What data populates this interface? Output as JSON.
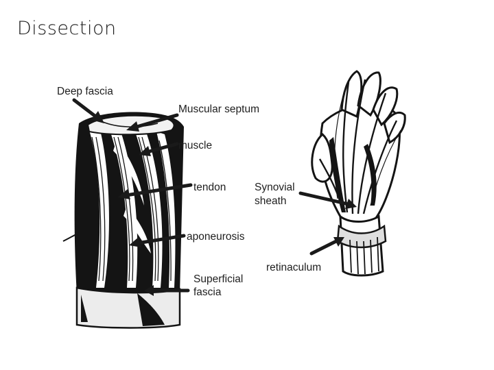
{
  "slide": {
    "title": "Dissection"
  },
  "labels": {
    "deep_fascia": "Deep fascia",
    "muscular_septum": "Muscular septum",
    "muscle": "muscle",
    "tendon": "tendon",
    "synovial": "Synovial",
    "sheath": "sheath",
    "aponeurosis": "aponeurosis",
    "retinaculum": "retinaculum",
    "superficial": "Superficial",
    "fascia": "fascia"
  }
}
